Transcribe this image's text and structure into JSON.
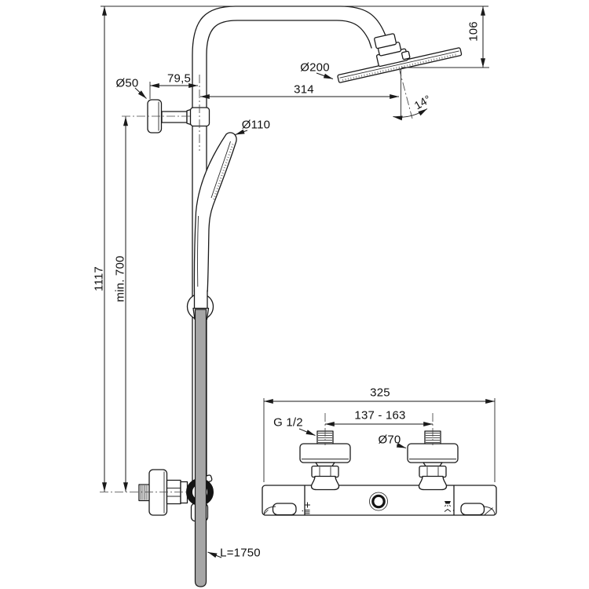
{
  "labels": {
    "total_height": "1117",
    "min_height": "min. 700",
    "wall_offset": "79,5",
    "holder_diameter": "Ø50",
    "head_diameter": "Ø200",
    "projection": "314",
    "head_drop": "106",
    "head_angle": "14°",
    "handshower_diameter": "Ø110",
    "hose_length": "L=1750",
    "mixer_width": "325",
    "connection_distance": "137 - 163",
    "connection_thread": "G 1/2",
    "escutcheon_diameter": "Ø70"
  },
  "colors": {
    "line": "#1a1a1a",
    "hose_fill": "#a6a6a6",
    "background": "#ffffff"
  },
  "icons": {
    "mixer_left": "temperature-plus-minus-icon",
    "mixer_right": "shower-flow-icon"
  }
}
